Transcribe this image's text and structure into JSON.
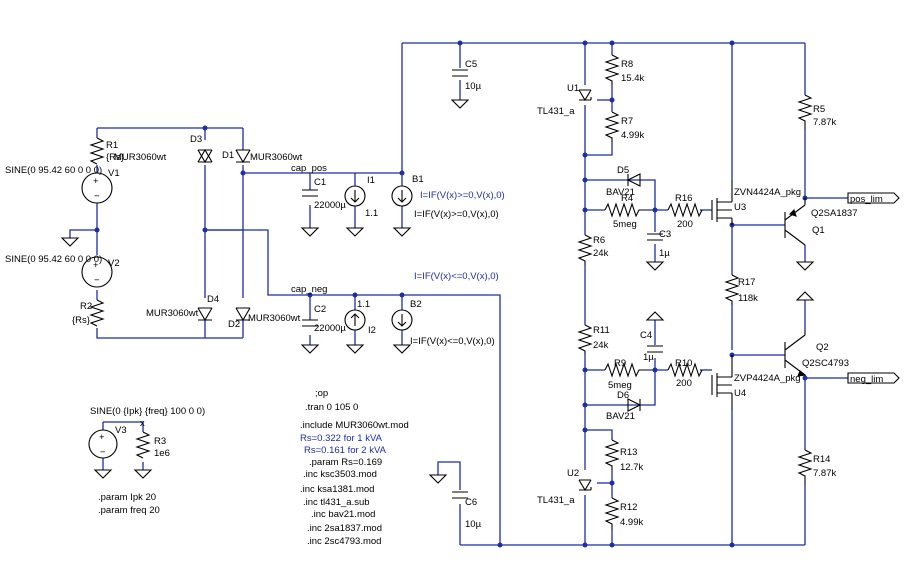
{
  "components": {
    "R1": {
      "ref": "R1",
      "value": "{Rs}"
    },
    "R2": {
      "ref": "R2",
      "value": "{Rs}"
    },
    "V1": {
      "ref": "V1",
      "value": "SINE(0 95.42 60 0 0 0)"
    },
    "V2": {
      "ref": "V2",
      "value": "SINE(0 95.42 60 0 0 0)"
    },
    "V3": {
      "ref": "V3",
      "value": "SINE(0 {Ipk} {freq} 100 0 0)"
    },
    "R3": {
      "ref": "R3",
      "value": "1e6"
    },
    "D1": {
      "ref": "D1",
      "value": "MUR3060wt"
    },
    "D2": {
      "ref": "D2",
      "value": "MUR3060wt"
    },
    "D3": {
      "ref": "D3",
      "value": "MUR3060wt"
    },
    "D4": {
      "ref": "D4",
      "value": "MUR3060wt"
    },
    "C1": {
      "ref": "C1",
      "value": "22000µ"
    },
    "C2": {
      "ref": "C2",
      "value": "22000µ"
    },
    "C3": {
      "ref": "C3",
      "value": "1µ"
    },
    "C4": {
      "ref": "C4",
      "value": "1µ"
    },
    "C5": {
      "ref": "C5",
      "value": "10µ"
    },
    "C6": {
      "ref": "C6",
      "value": "10µ"
    },
    "I1": {
      "ref": "I1",
      "value": "1.1"
    },
    "I2": {
      "ref": "I2",
      "value": "1.1"
    },
    "B1": {
      "ref": "B1",
      "value": "I=IF(V(x)>=0,V(x),0)",
      "label": "I=IF(V(x)>=0,V(x),0)"
    },
    "B2": {
      "ref": "B2",
      "value": "I=IF(V(x)<=0,V(x),0)",
      "label": "I=IF(V(x)<=0,V(x),0)"
    },
    "U1": {
      "ref": "U1",
      "value": "TL431_a"
    },
    "U2": {
      "ref": "U2",
      "value": "TL431_a"
    },
    "U3": {
      "ref": "U3",
      "value": "ZVN4424A_pkg"
    },
    "U4": {
      "ref": "U4",
      "value": "ZVP4424A_pkg"
    },
    "R4": {
      "ref": "R4",
      "value": "5meg"
    },
    "R5": {
      "ref": "R5",
      "value": "7.87k"
    },
    "R6": {
      "ref": "R6",
      "value": "24k"
    },
    "R7": {
      "ref": "R7",
      "value": "4.99k"
    },
    "R8": {
      "ref": "R8",
      "value": "15.4k"
    },
    "R9": {
      "ref": "R9",
      "value": "5meg"
    },
    "R10": {
      "ref": "R10",
      "value": "200"
    },
    "R11": {
      "ref": "R11",
      "value": "24k"
    },
    "R12": {
      "ref": "R12",
      "value": "4.99k"
    },
    "R13": {
      "ref": "R13",
      "value": "12.7k"
    },
    "R14": {
      "ref": "R14",
      "value": "7.87k"
    },
    "R16": {
      "ref": "R16",
      "value": "200"
    },
    "R17": {
      "ref": "R17",
      "value": "118k"
    },
    "D5": {
      "ref": "D5",
      "value": "BAV21"
    },
    "D6": {
      "ref": "D6",
      "value": "BAV21"
    },
    "Q1": {
      "ref": "Q1",
      "value": "Q2SA1837"
    },
    "Q2": {
      "ref": "Q2",
      "value": "Q2SC4793"
    }
  },
  "nets": {
    "cap_pos": "cap_pos",
    "cap_neg": "cap_neg",
    "pos_lim": "pos_lim",
    "neg_lim": "neg_lim",
    "x": "x"
  },
  "directives": {
    "op": ";op",
    "tran": ".tran 0 105 0",
    "include": ".include MUR3060wt.mod",
    "comment_1kva": "Rs=0.322 for 1 kVA",
    "comment_2kva": "Rs=0.161 for 2 kVA",
    "param_rs": ".param Rs=0.169",
    "inc_ksc3503": ".inc ksc3503.mod",
    "inc_ksa1381": ".inc ksa1381.mod",
    "inc_tl431": ".inc tl431_a.sub",
    "inc_bav21": ".inc bav21.mod",
    "inc_2sa1837": ".inc 2sa1837.mod",
    "inc_2sc4793": ".inc 2sc4793.mod",
    "param_ipk": ".param Ipk 20",
    "param_freq": ".param freq 20"
  },
  "colors": {
    "wire": "#1c2ea8",
    "component": "#000000",
    "comment": "#1c2ea8",
    "background": "#ffffff"
  }
}
